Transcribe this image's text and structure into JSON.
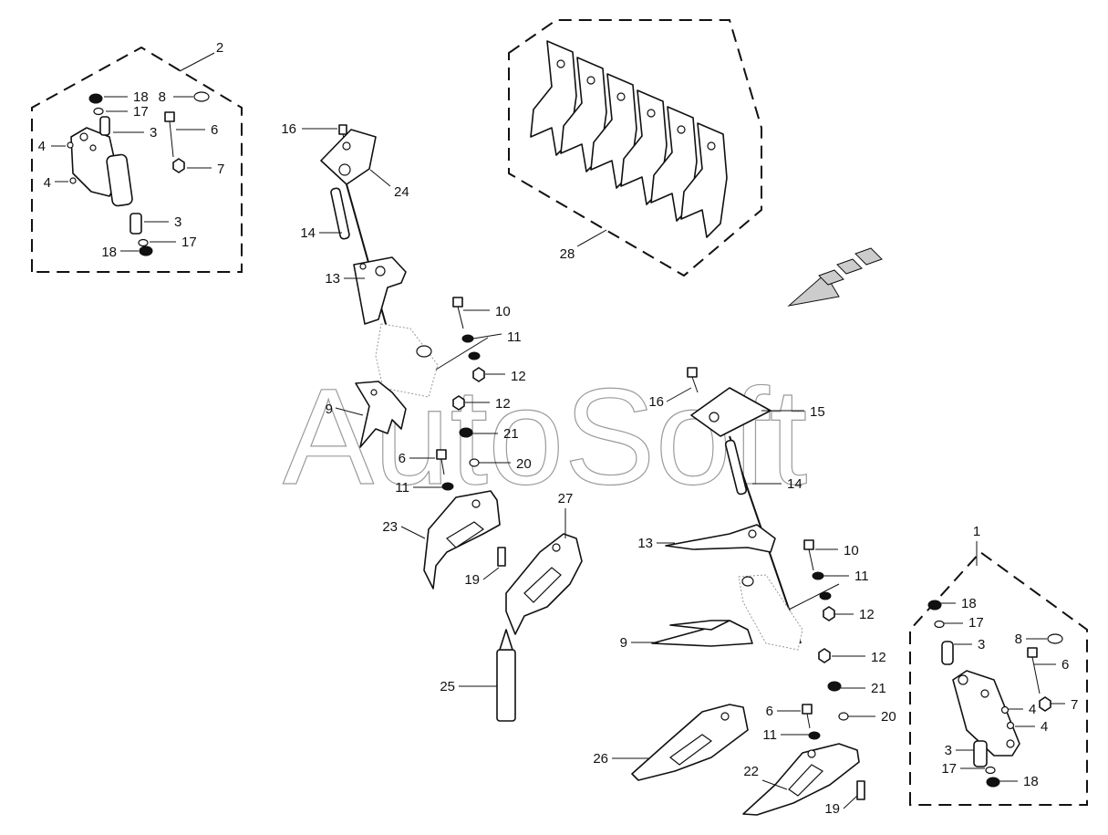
{
  "watermark": "AutoSoft",
  "callout_labels": {
    "c1": "1",
    "c2": "2",
    "c3a": "3",
    "c3b": "3",
    "c3c": "3",
    "c4a": "4",
    "c4b": "4",
    "c4c": "4",
    "c4d": "4",
    "c6a": "6",
    "c6b": "6",
    "c6c": "6",
    "c6d": "6",
    "c7a": "7",
    "c7b": "7",
    "c8a": "8",
    "c8b": "8",
    "c9a": "9",
    "c9b": "9",
    "c10a": "10",
    "c10b": "10",
    "c11a": "11",
    "c11b": "11",
    "c11c": "11",
    "c11d": "11",
    "c12a": "12",
    "c12b": "12",
    "c12c": "12",
    "c12d": "12",
    "c13a": "13",
    "c13b": "13",
    "c14a": "14",
    "c14b": "14",
    "c15": "15",
    "c16a": "16",
    "c16b": "16",
    "c17a": "17",
    "c17b": "17",
    "c17c": "17",
    "c17d": "17",
    "c18a": "18",
    "c18b": "18",
    "c18c": "18",
    "c18d": "18",
    "c19a": "19",
    "c19b": "19",
    "c20a": "20",
    "c20b": "20",
    "c21a": "21",
    "c21b": "21",
    "c22": "22",
    "c23": "23",
    "c24": "24",
    "c25": "25",
    "c26": "26",
    "c27": "27",
    "c28": "28"
  }
}
